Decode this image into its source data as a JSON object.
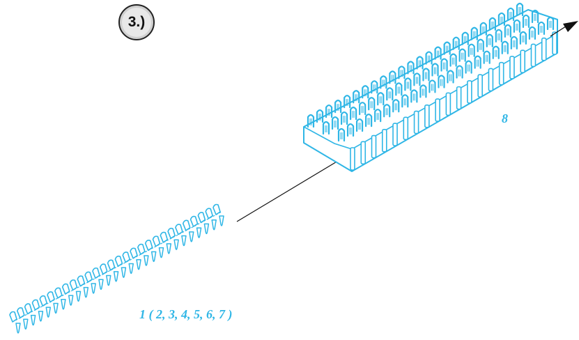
{
  "step": {
    "number": "3.)"
  },
  "labels": {
    "parts": "1 ( 2, 3, 4, 5, 6, 7 )",
    "assembly": "8"
  },
  "colors": {
    "part_stroke": "#2fb6e6",
    "part_fill": "#ffffff",
    "line": "#111111",
    "badge_fill": "#d0d0d0",
    "badge_stroke": "#222222"
  },
  "icons": {
    "direction": "arrow-right-icon"
  }
}
